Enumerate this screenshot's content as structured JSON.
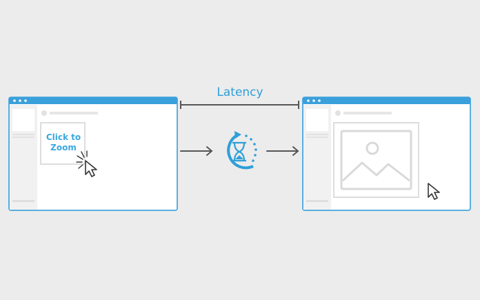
{
  "diagram": {
    "latency_label": "Latency",
    "click_label_line1": "Click to",
    "click_label_line2": "Zoom"
  },
  "icons": {
    "left_cursor": "mouse-pointer-click-icon",
    "right_cursor": "mouse-pointer-icon",
    "loading": "hourglass-spinner-icon",
    "image_placeholder": "image-placeholder-icon"
  },
  "colors": {
    "background": "#ececec",
    "accent_blue": "#2f9fd8",
    "window_border": "#5aaee0",
    "placeholder_gray": "#d9d9d9",
    "arrow_gray": "#555555"
  }
}
